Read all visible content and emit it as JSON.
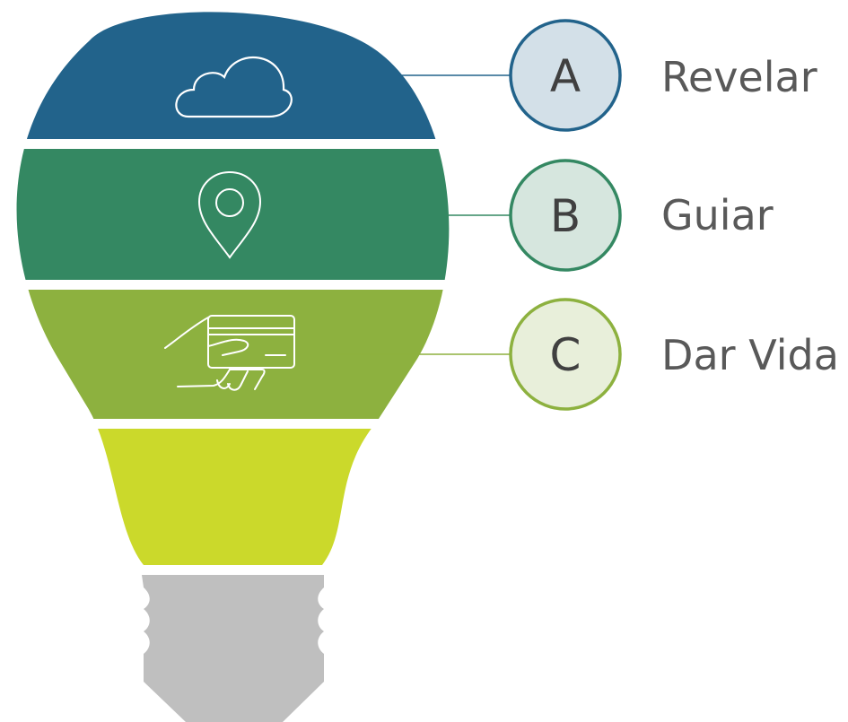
{
  "diagram": {
    "type": "lightbulb-infographic",
    "colors": {
      "band_a": "#22638b",
      "band_b": "#348862",
      "band_c": "#8db13f",
      "neck": "#cbd92b",
      "base": "#bfbfbf",
      "label_text": "#595959",
      "circle_text": "#404040"
    },
    "steps": [
      {
        "letter": "A",
        "label": "Revelar",
        "icon": "cloud-icon",
        "color": "#22638b",
        "circle_fill": "#d3e0e8"
      },
      {
        "letter": "B",
        "label": "Guiar",
        "icon": "location-pin-icon",
        "color": "#348862",
        "circle_fill": "#d6e6de"
      },
      {
        "letter": "C",
        "label": "Dar Vida",
        "icon": "hand-card-icon",
        "color": "#8db13f",
        "circle_fill": "#e8efda"
      }
    ]
  }
}
